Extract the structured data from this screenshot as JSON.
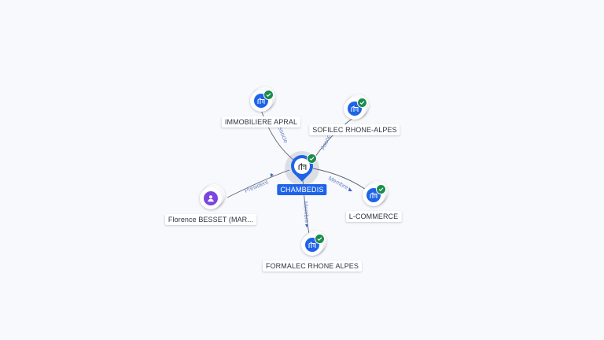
{
  "colors": {
    "company": "#1f63e8",
    "person": "#7b45e0",
    "verified": "#1a8c4e",
    "edge_label": "#6f86c9"
  },
  "center": {
    "label": "CHAMBEDIS",
    "icon": "building-icon",
    "verified": true
  },
  "nodes": {
    "immobiliere": {
      "label": "IMMOBILIERE APRAL",
      "icon": "building-icon",
      "verified": true
    },
    "sofilec": {
      "label": "SOFILEC RHONE-ALPES",
      "icon": "building-icon",
      "verified": true
    },
    "florence": {
      "label": "Florence BESSET (MAR...",
      "icon": "person-icon",
      "verified": false
    },
    "lcommerce": {
      "label": "L-COMMERCE",
      "icon": "building-icon",
      "verified": true
    },
    "formalec": {
      "label": "FORMALEC RHONE ALPES",
      "icon": "building-icon",
      "verified": true
    }
  },
  "edges": {
    "immobiliere": "Associe",
    "sofilec": "Associe",
    "florence": "President",
    "lcommerce": "Membre",
    "formalec": "Membre"
  }
}
